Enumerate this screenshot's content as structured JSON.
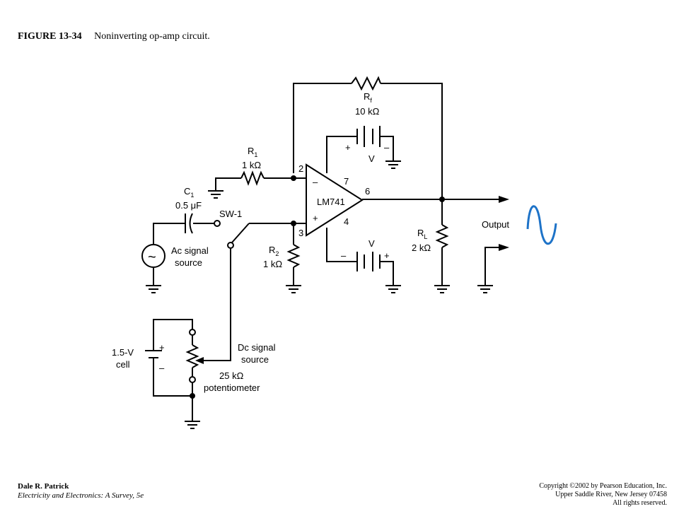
{
  "caption": {
    "figure_number": "FIGURE 13-34",
    "title": "Noninverting op-amp circuit."
  },
  "components": {
    "rf": {
      "label": "R",
      "sub": "f",
      "value": "10 kΩ"
    },
    "r1": {
      "label": "R",
      "sub": "1",
      "value": "1 kΩ"
    },
    "r2": {
      "label": "R",
      "sub": "2",
      "value": "1 kΩ"
    },
    "rl": {
      "label": "R",
      "sub": "L",
      "value": "2 kΩ"
    },
    "c1": {
      "label": "C",
      "sub": "1",
      "value": "0.5 μF"
    },
    "opamp": {
      "name": "LM741",
      "minus": "–",
      "plus": "+"
    },
    "pins": {
      "p2": "2",
      "p3": "3",
      "p4": "4",
      "p6": "6",
      "p7": "7"
    },
    "supply_top": {
      "label": "V",
      "plus": "+",
      "minus": "–"
    },
    "supply_bottom": {
      "label": "V",
      "plus": "+",
      "minus": "–"
    },
    "switch": {
      "label": "SW-1"
    },
    "ac_source": {
      "line1": "Ac signal",
      "line2": "source",
      "symbol": "~"
    },
    "dc_source": {
      "line1": "Dc signal",
      "line2": "source"
    },
    "cell": {
      "line1": "1.5-V",
      "line2": "cell",
      "plus": "+",
      "minus": "–"
    },
    "pot": {
      "line1": "25 kΩ",
      "line2": "potentiometer"
    },
    "output": {
      "label": "Output"
    }
  },
  "colors": {
    "waveform": "#1e73c8"
  },
  "footer": {
    "author": "Dale R. Patrick",
    "book": "Electricity and Electronics: A Survey, 5e",
    "copyright_line1": "Copyright ©2002 by Pearson Education, Inc.",
    "copyright_line2": "Upper Saddle River, New Jersey 07458",
    "copyright_line3": "All rights reserved."
  }
}
